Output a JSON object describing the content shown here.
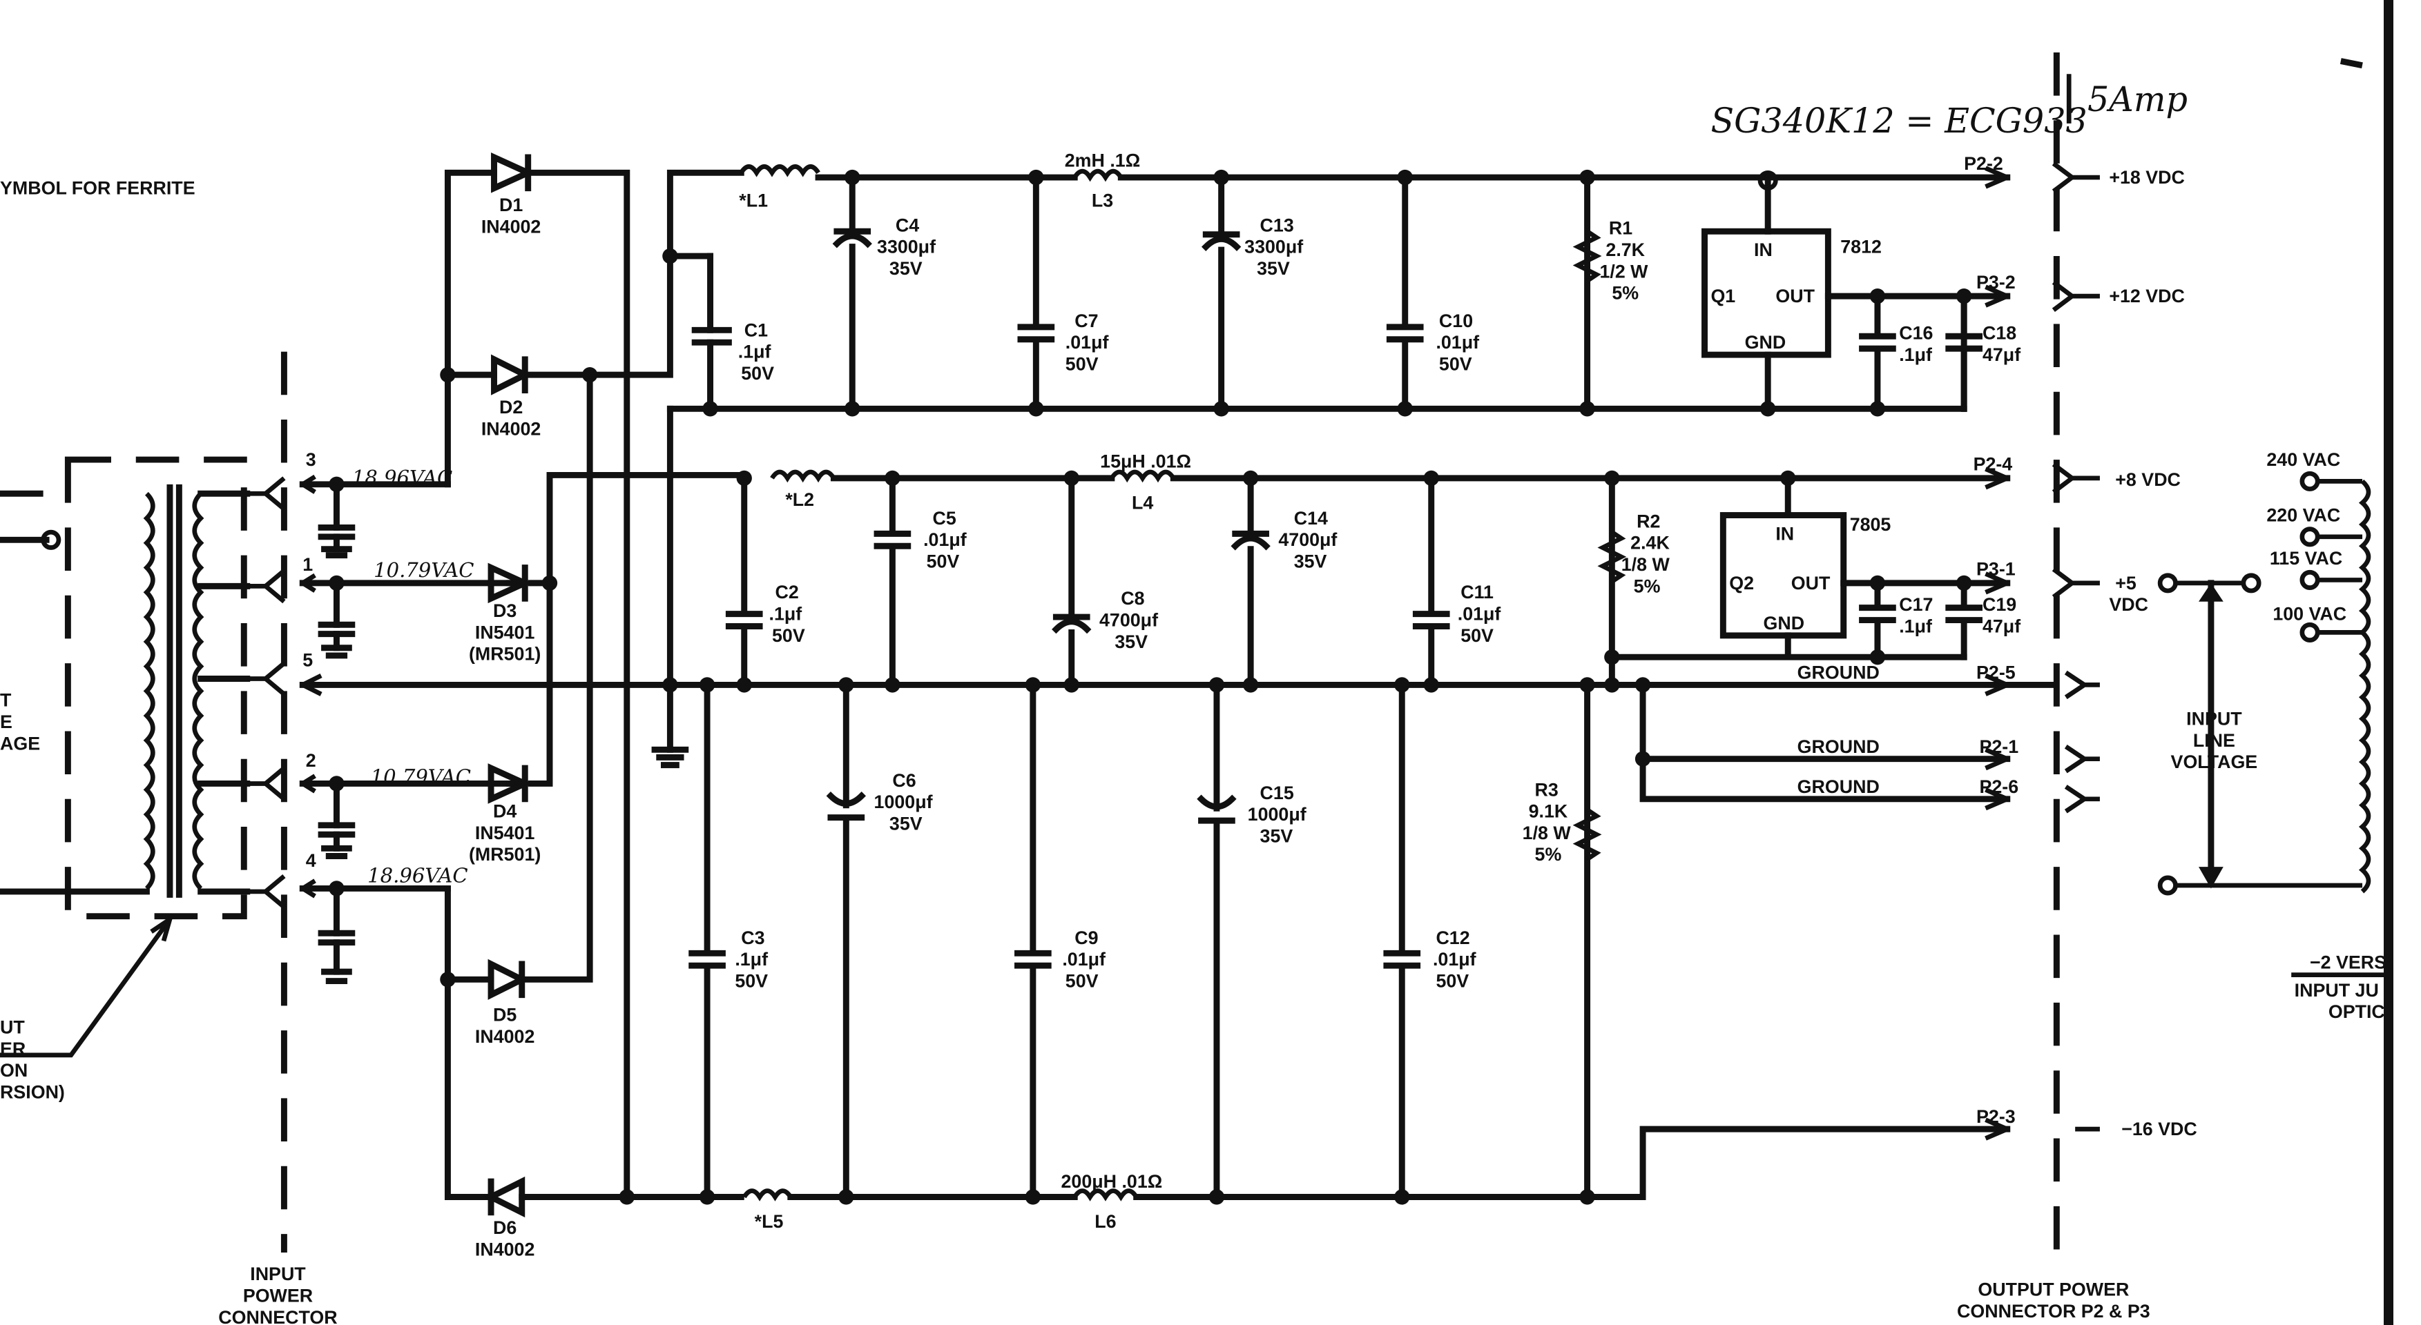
{
  "header": {
    "handwritten_part": "SG340K12 = ECG933",
    "handwritten_amp": "5Amp",
    "ferrite_note": "YMBOL FOR FERRITE"
  },
  "left_labels": {
    "line_voltage_1": "T",
    "line_voltage_2": "E",
    "line_voltage_3": "AGE",
    "xfmr_1": "UT",
    "xfmr_2": "ER",
    "xfmr_3": "ON",
    "xfmr_4": "RSION)"
  },
  "input_connector": {
    "title_1": "INPUT",
    "title_2": "POWER",
    "title_3": "CONNECTOR",
    "pins": [
      "3",
      "1",
      "5",
      "2",
      "4"
    ],
    "hand_notes": [
      "18.96VAC",
      "10.79VAC",
      "10.79VAC",
      "18.96VAC"
    ]
  },
  "diodes": [
    {
      "ref": "D1",
      "part": "IN4002",
      "extra": ""
    },
    {
      "ref": "D2",
      "part": "IN4002",
      "extra": ""
    },
    {
      "ref": "D3",
      "part": "IN5401",
      "extra": "(MR501)"
    },
    {
      "ref": "D4",
      "part": "IN5401",
      "extra": "(MR501)"
    },
    {
      "ref": "D5",
      "part": "IN4002",
      "extra": ""
    },
    {
      "ref": "D6",
      "part": "IN4002",
      "extra": ""
    }
  ],
  "inductors": [
    {
      "ref": "*L1",
      "value": ""
    },
    {
      "ref": "L3",
      "value": "2mH  .1Ω"
    },
    {
      "ref": "*L2",
      "value": ""
    },
    {
      "ref": "L4",
      "value": "15μH  .01Ω"
    },
    {
      "ref": "*L5",
      "value": ""
    },
    {
      "ref": "L6",
      "value": "200μH  .01Ω"
    }
  ],
  "capacitors": [
    {
      "ref": "C1",
      "value": ".1μf",
      "volt": "50V"
    },
    {
      "ref": "C2",
      "value": ".1μf",
      "volt": "50V"
    },
    {
      "ref": "C3",
      "value": ".1μf",
      "volt": "50V"
    },
    {
      "ref": "C4",
      "value": "3300μf",
      "volt": "35V"
    },
    {
      "ref": "C5",
      "value": ".01μf",
      "volt": "50V"
    },
    {
      "ref": "C6",
      "value": "1000μf",
      "volt": "35V"
    },
    {
      "ref": "C7",
      "value": ".01μf",
      "volt": "50V"
    },
    {
      "ref": "C8",
      "value": "4700μf",
      "volt": "35V"
    },
    {
      "ref": "C9",
      "value": ".01μf",
      "volt": "50V"
    },
    {
      "ref": "C10",
      "value": ".01μf",
      "volt": "50V"
    },
    {
      "ref": "C11",
      "value": ".01μf",
      "volt": "50V"
    },
    {
      "ref": "C12",
      "value": ".01μf",
      "volt": "50V"
    },
    {
      "ref": "C13",
      "value": "3300μf",
      "volt": "35V"
    },
    {
      "ref": "C14",
      "value": "4700μf",
      "volt": "35V"
    },
    {
      "ref": "C15",
      "value": "1000μf",
      "volt": "35V"
    },
    {
      "ref": "C16",
      "value": ".1μf",
      "volt": ""
    },
    {
      "ref": "C17",
      "value": ".1μf",
      "volt": ""
    },
    {
      "ref": "C18",
      "value": "47μf",
      "volt": ""
    },
    {
      "ref": "C19",
      "value": "47μf",
      "volt": ""
    }
  ],
  "resistors": [
    {
      "ref": "R1",
      "value": "2.7K",
      "watt": "1/2 W",
      "tol": "5%"
    },
    {
      "ref": "R2",
      "value": "2.4K",
      "watt": "1/8 W",
      "tol": "5%"
    },
    {
      "ref": "R3",
      "value": "9.1K",
      "watt": "1/8 W",
      "tol": "5%"
    }
  ],
  "regulators": [
    {
      "ref": "Q1",
      "part": "7812",
      "in": "IN",
      "out": "OUT",
      "gnd": "GND"
    },
    {
      "ref": "Q2",
      "part": "7805",
      "in": "IN",
      "out": "OUT",
      "gnd": "GND"
    }
  ],
  "outputs": [
    {
      "pin": "P2-2",
      "label": "+18 VDC"
    },
    {
      "pin": "P3-2",
      "label": "+12 VDC"
    },
    {
      "pin": "P2-4",
      "label": "+8 VDC"
    },
    {
      "pin": "P3-1",
      "label": "+5",
      "label2": "VDC"
    },
    {
      "pin": "P2-5",
      "label": "GROUND"
    },
    {
      "pin": "P2-1",
      "label": "GROUND"
    },
    {
      "pin": "P2-6",
      "label": "GROUND"
    },
    {
      "pin": "P2-3",
      "label": "−16 VDC"
    }
  ],
  "output_connector": {
    "title_1": "OUTPUT POWER",
    "title_2": "CONNECTOR P2 & P3"
  },
  "line_select": {
    "taps": [
      "240 VAC",
      "220 VAC",
      "115 VAC",
      "100 VAC"
    ],
    "label_1": "INPUT",
    "label_2": "LINE",
    "label_3": "VOLTAGE",
    "version_1": "−2 VERS",
    "version_2": "INPUT JU",
    "version_3": "OPTIC"
  }
}
